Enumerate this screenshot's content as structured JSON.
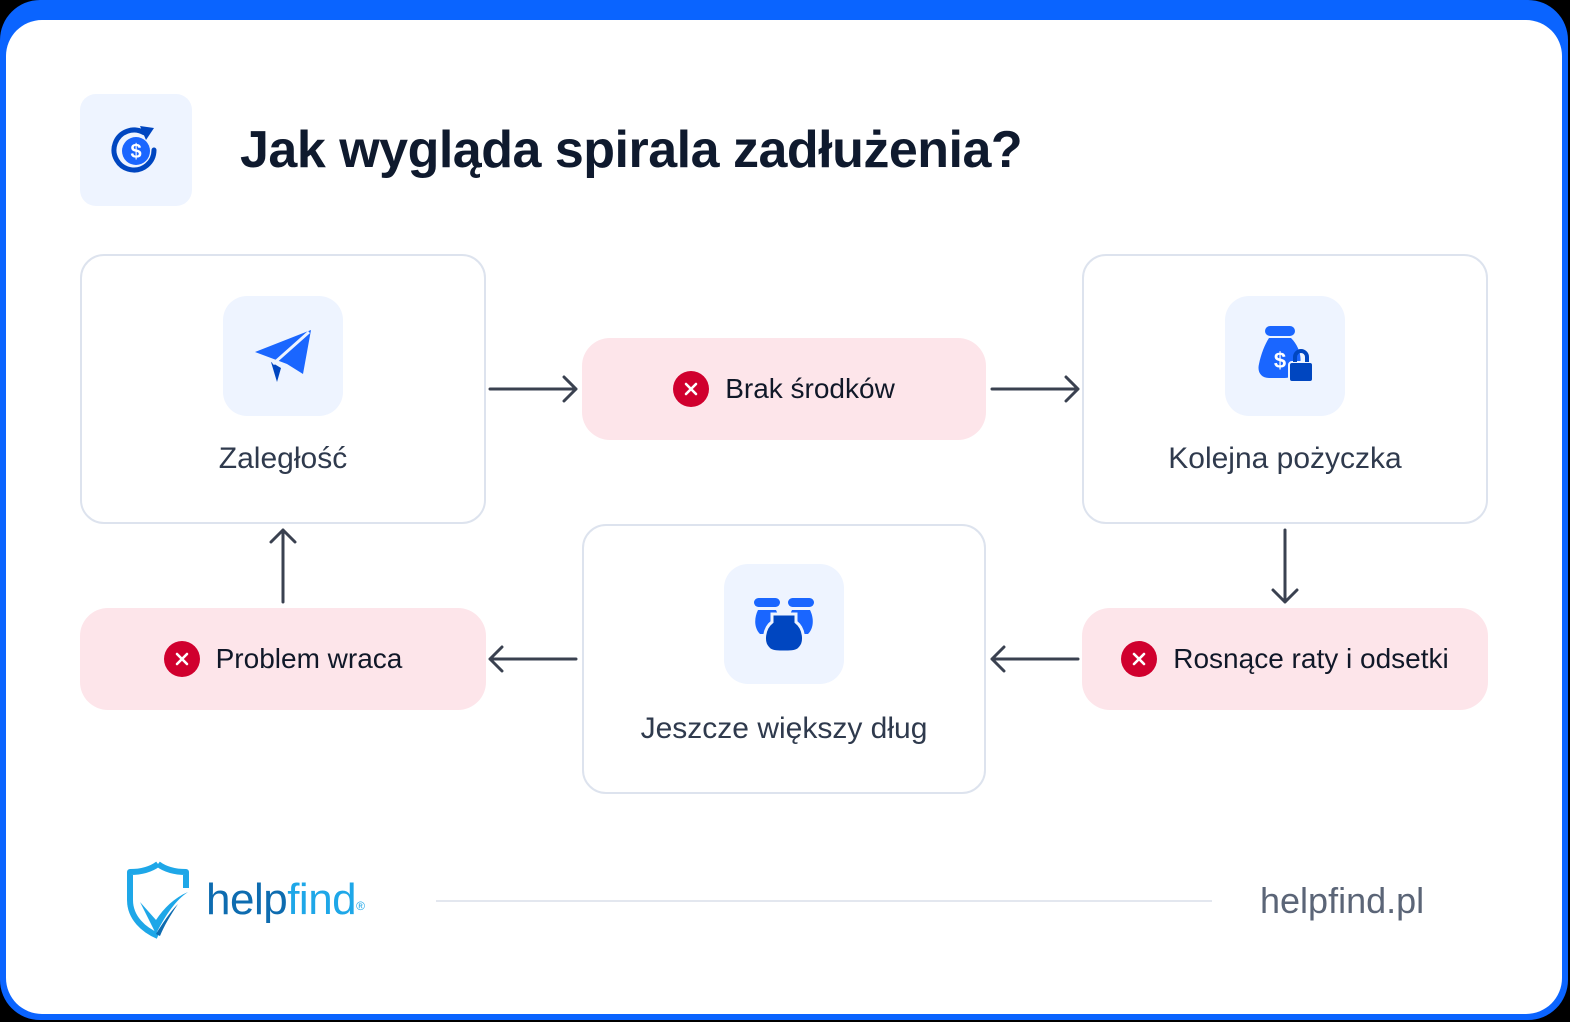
{
  "header": {
    "title": "Jak wygląda spirala zadłużenia?",
    "icon": "dollar-refresh-icon"
  },
  "diagram": {
    "nodes": [
      {
        "id": "zaleglosc",
        "label": "Zaległość",
        "icon": "paper-plane-icon"
      },
      {
        "id": "kolejna-pozyczka",
        "label": "Kolejna pożyczka",
        "icon": "money-bag-lock-icon"
      },
      {
        "id": "wiekszy-dlug",
        "label": "Jeszcze większy dług",
        "icon": "money-bags-icon"
      }
    ],
    "problems": [
      {
        "id": "brak-srodkow",
        "label": "Brak środków",
        "icon": "x-circle-icon"
      },
      {
        "id": "rosnace-raty",
        "label": "Rosnące raty i odsetki",
        "icon": "x-circle-icon"
      },
      {
        "id": "problem-wraca",
        "label": "Problem wraca",
        "icon": "x-circle-icon"
      }
    ],
    "flow": [
      "Zaległość",
      "Brak środków",
      "Kolejna pożyczka",
      "Rosnące raty i odsetki",
      "Jeszcze większy dług",
      "Problem wraca",
      "Zaległość"
    ]
  },
  "footer": {
    "brand_part1": "help",
    "brand_part2": "find",
    "registered": "®",
    "site": "helpfind.pl"
  },
  "colors": {
    "frame": "#0a64ff",
    "accent_blue": "#1a66ff",
    "dark_blue": "#0046c0",
    "icon_bg": "#eef4ff",
    "pill_bg": "#fde5ea",
    "danger": "#d0002e",
    "text_dark": "#0f1a2e",
    "arrow": "#3a4150"
  }
}
